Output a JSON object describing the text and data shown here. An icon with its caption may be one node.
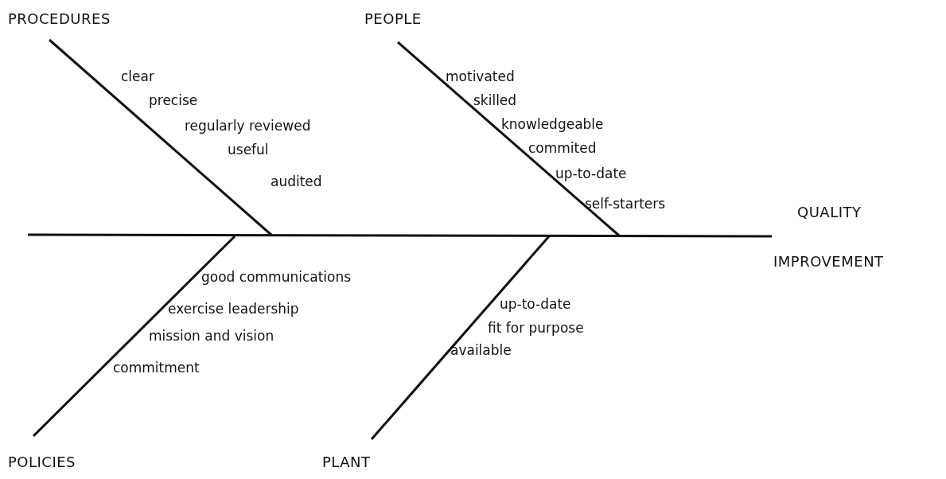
{
  "diagram": {
    "nodes": [
      {
        "text": [
          "PROCEDURES"
        ]
      },
      {
        "text": [
          "PEOPLE"
        ]
      },
      {
        "text": [
          "POLICIES"
        ]
      },
      {
        "text": [
          "PLANT"
        ]
      },
      {
        "text": [
          "QUALITY",
          "IMPROVEMENT"
        ]
      }
    ],
    "edges": [
      {
        "from": null,
        "to": 4,
        "arrow": "none"
      },
      {
        "from": 0,
        "to": null,
        "arrow": "none"
      },
      {
        "from": 1,
        "to": null,
        "arrow": "none"
      },
      {
        "from": 2,
        "to": null,
        "arrow": "none"
      },
      {
        "from": 3,
        "to": null,
        "arrow": "none"
      }
    ],
    "labels": [
      "clear",
      "precise",
      "regularly reviewed",
      "useful",
      "audited",
      "motivated",
      "skilled",
      "knowledgeable",
      "commited",
      "up-to-date",
      "self-starters",
      "good communications",
      "exercise leadership",
      "mission and vision",
      "commitment",
      "up-to-date",
      "fit for purpose",
      "available"
    ]
  }
}
